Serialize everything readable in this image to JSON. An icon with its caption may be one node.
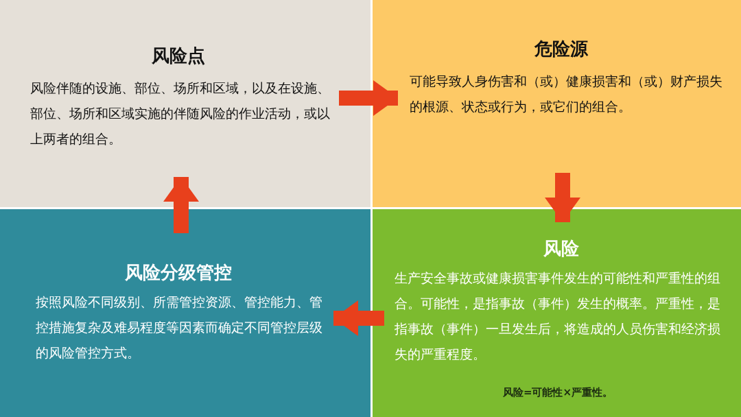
{
  "diagram": {
    "nodes": [
      {
        "text": [
          "风险点",
          "风险伴随的设施、部位、场所和区域，以及在设施、部位、场所和区域实施的伴随风险的作业活动，或以上两者的组合。"
        ]
      },
      {
        "text": [
          "危险源",
          "可能导致人身伤害和（或）健康损害和（或）财产损失的根源、状态或行为，或它们的组合。"
        ]
      },
      {
        "text": [
          "风险",
          "生产安全事故或健康损害事件发生的可能性和严重性的组合。可能性，是指事故（事件）发生的概率。严重性，是指事故（事件）一旦发生后，将造成的人员伤害和经济损失的严重程度。",
          "风险=可能性×严重性。"
        ]
      },
      {
        "text": [
          "风险分级管控",
          "按照风险不同级别、所需管控资源、管控能力、管控措施复杂及难易程度等因素而确定不同管控层级的风险管控方式。"
        ]
      }
    ],
    "edges": [
      {
        "from": 0,
        "to": 1,
        "arrow": "to"
      },
      {
        "from": 1,
        "to": 2,
        "arrow": "to"
      },
      {
        "from": 2,
        "to": 3,
        "arrow": "to"
      },
      {
        "from": 3,
        "to": 0,
        "arrow": "to"
      }
    ]
  }
}
